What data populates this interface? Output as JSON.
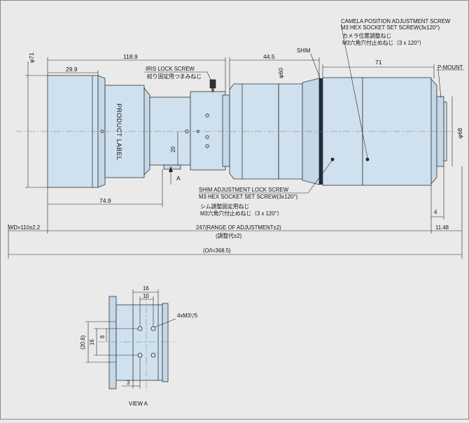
{
  "dims": {
    "d71": "φ71",
    "d1189": "118.9",
    "d299": "29.9",
    "d445": "44.5",
    "d71b": "71",
    "d60": "φ60",
    "d68": "φ68",
    "d749": "74.9",
    "d20": "20",
    "d4": "4",
    "d1148": "11.48",
    "wd": "WD=110±2.2",
    "range": "247(RANGE OF ADJUSTMENT±2)",
    "range_jp": "(調整代±2)",
    "oi": "(O/I=368.5)"
  },
  "labels": {
    "camela_1": "CAMELA POSITION ADJUSTMENT SCREW",
    "camela_2": "M3 HEX SOCKET SET SCREW(3x120°)",
    "camela_3": "カメラ位置調整ねじ",
    "camela_4": "M3六角穴付止めねじ（3 x 120°）",
    "shim": "SHIM",
    "pmount": "P-MOUNT",
    "iris_1": "IRIS  LOCK SCREW",
    "iris_2": "絞り固定用つまみねじ",
    "product": "PRODUCT LABEL",
    "arrow_a": "A",
    "shimlock_1": "SHIM ADJUSTMENT LOCK SCREW",
    "shimlock_2": "M3 HEX SOCKET SET SCREW(3x120°)",
    "shimlock_3": "シム調整固定用ねじ",
    "shimlock_4": "M3六角穴付止めねじ（3 x 120°）"
  },
  "view_a": {
    "d16": "16",
    "d10": "10",
    "d206": "(20.6)",
    "d16v": "16",
    "d8": "8",
    "d3": "3",
    "holes": "4xM3▽5",
    "title": "VIEW A"
  },
  "colors": {
    "body_fill": "#cfe1ef",
    "background": "#eaeaea"
  }
}
